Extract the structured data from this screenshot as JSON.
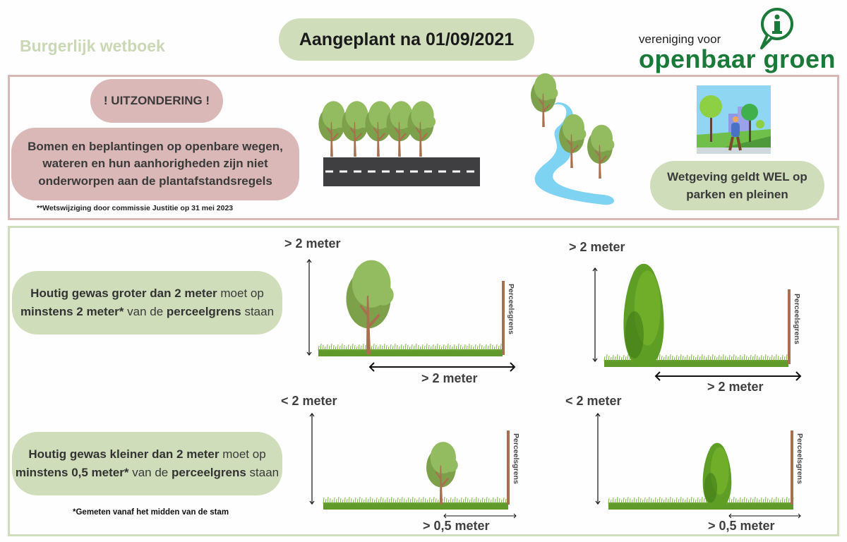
{
  "header": {
    "left_label": "Burgerlijk wetboek",
    "title": "Aangeplant na 01/09/2021",
    "logo": {
      "line1": "vereniging voor",
      "line2": "openbaar groen",
      "icon": "info-bubble-icon"
    }
  },
  "exception": {
    "badge": "! UITZONDERING !",
    "body_lines": [
      "Bomen en beplantingen op openbare wegen,",
      "wateren en hun aanhorigheden zijn niet",
      "onderworpen aan de plantafstandsregels"
    ],
    "note": "**Wetswijziging door commissie Justitie op 31 mei 2023",
    "illustrations": [
      "trees-along-road",
      "trees-along-river",
      "park-with-walker"
    ],
    "park_label_lines": [
      "Wetgeving geldt WEL op",
      "parken en pleinen"
    ]
  },
  "rules": [
    {
      "parts": [
        {
          "b": "Houtig gewas groter dan 2 meter"
        },
        {
          "t": " moet op "
        },
        {
          "b": "minstens 2 meter*"
        },
        {
          "t": " van de "
        },
        {
          "b": "perceelgrens"
        },
        {
          "t": " staan"
        }
      ],
      "height_label": "> 2 meter",
      "distance_label": "> 2 meter",
      "boundary_label": "Perceelsgrens"
    },
    {
      "parts": [
        {
          "b": "Houtig gewas kleiner dan 2 meter"
        },
        {
          "t": " moet op "
        },
        {
          "b": "minstens 0,5 meter*"
        },
        {
          "t": " van de "
        },
        {
          "b": "perceelgrens"
        },
        {
          "t": " staan"
        }
      ],
      "height_label": "< 2 meter",
      "distance_label": "> 0,5 meter",
      "boundary_label": "Perceelsgrens"
    }
  ],
  "footnote": "*Gemeten vanaf het midden van de stam",
  "colors": {
    "green_pill": "#d0ddba",
    "pink_pill": "#dbb8b8",
    "brand_green": "#1b7a3a",
    "trunk": "#a9704f",
    "grass": "#5f9a2a",
    "water": "#7fd3f2",
    "road": "#3f3f41"
  }
}
